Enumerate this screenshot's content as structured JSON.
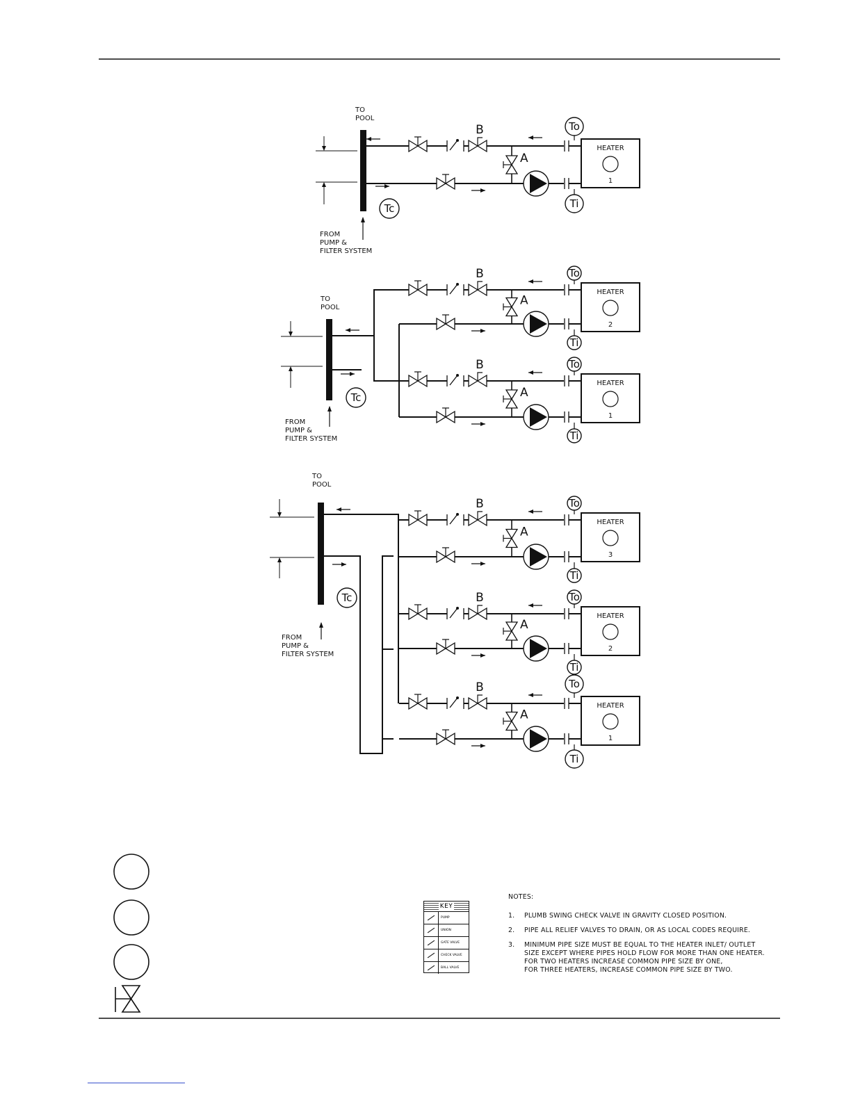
{
  "labels": {
    "to_pool": [
      "TO",
      "POOL"
    ],
    "from_system": [
      "FROM",
      "PUMP  &",
      "FILTER  SYSTEM"
    ],
    "heater": "HEATER",
    "valve_a": "A",
    "valve_b": "B",
    "temp_common": "Tc",
    "temp_out": "To",
    "temp_in": "Ti"
  },
  "diagrams": [
    {
      "heaters": [
        "1"
      ]
    },
    {
      "heaters": [
        "2",
        "1"
      ]
    },
    {
      "heaters": [
        "3",
        "2",
        "1"
      ]
    }
  ],
  "key": {
    "title": "KEY",
    "items": [
      "PUMP",
      "UNION",
      "GATE VALVE",
      "CHECK VALVE",
      "BALL VALVE"
    ]
  },
  "notes": {
    "heading": "NOTES:",
    "items": [
      {
        "num": "1.",
        "text": "PLUMB  SWING  CHECK  VALVE  IN  GRAVITY  CLOSED  POSITION."
      },
      {
        "num": "2.",
        "text": "PIPE  ALL  RELIEF  VALVES  TO  DRAIN,  OR  AS  LOCAL  CODES  REQUIRE."
      },
      {
        "num": "3.",
        "text": "MINIMUM  PIPE  SIZE  MUST  BE  EQUAL  TO  THE  HEATER  INLET/  OUTLET\nSIZE  EXCEPT  WHERE  PIPES  HOLD  FLOW  FOR  MORE  THAN  ONE  HEATER.\nFOR  TWO  HEATERS  INCREASE  COMMON  PIPE  SIZE  BY  ONE,\nFOR  THREE  HEATERS,  INCREASE  COMMON  PIPE  SIZE  BY  TWO."
      }
    ]
  }
}
